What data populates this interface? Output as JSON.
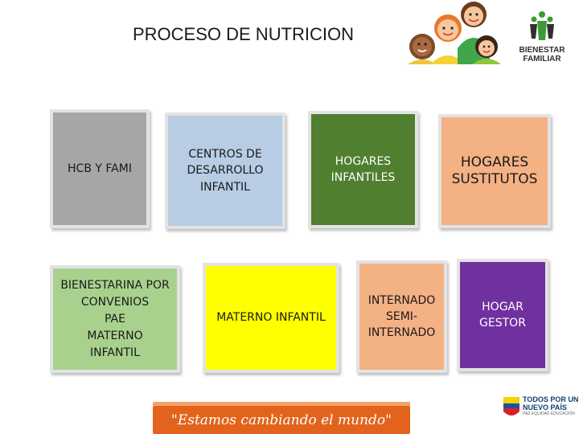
{
  "title": "PROCESO DE NUTRICION",
  "logo": {
    "line1": "BIENESTAR",
    "line2": "FAMILIAR"
  },
  "cards": {
    "hcb": "HCB Y FAMI",
    "cdi": "CENTROS DE\nDESARROLLO\nINFANTIL",
    "hogares_infantiles": "HOGARES\nINFANTILES",
    "hogares_sustitutos": "HOGARES\nSUSTITUTOS",
    "bienestarina": "BIENESTARINA POR\nCONVENIOS\nPAE\nMATERNO\nINFANTIL",
    "materno_infantil": "MATERNO INFANTIL",
    "internado": "INTERNADO\nSEMI-\nINTERNADO",
    "hogar_gestor": "HOGAR\nGESTOR"
  },
  "colors": {
    "gray": "#a6a6a6",
    "light_blue": "#b8cce4",
    "dark_green": "#4f7f2f",
    "salmon": "#f4b183",
    "light_green": "#a9d18e",
    "yellow": "#ffff00",
    "purple": "#7030a0"
  },
  "banner": "\"Estamos cambiando el mundo\"",
  "gov_logo": {
    "line1": "TODOS POR UN",
    "line2": "NUEVO PAÍS",
    "line3": "PAZ  EQUIDAD  EDUCACIÓN"
  }
}
